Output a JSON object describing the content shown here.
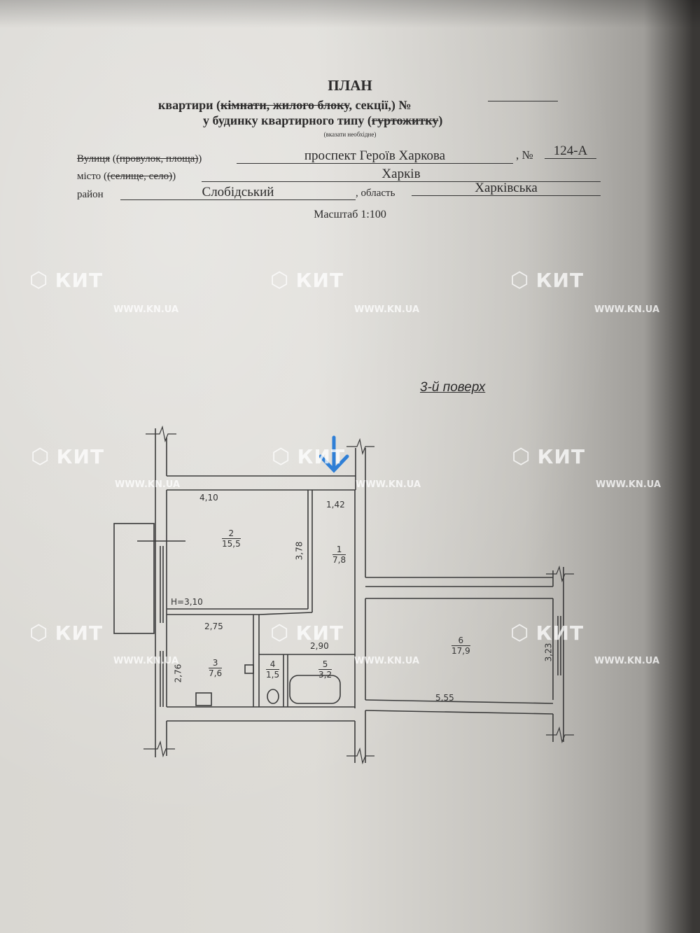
{
  "header": {
    "title": "ПЛАН",
    "line1": {
      "pre": "квартири (",
      "struck1": "кімнати, жилого блоку",
      "mid": ", секції,) №",
      "number": ""
    },
    "line2": {
      "pre": "у будинку квартирного типу (",
      "struck": "гуртожитку",
      "post": ")"
    },
    "note": "(вказати необхідне)"
  },
  "fields": {
    "street_label_struck": "Вулиця",
    "street_label_paren": "(провулок, площа)",
    "street_value": "проспект Героїв Харкова",
    "number_label": ", №",
    "number_value": "124-А",
    "city_label": "місто",
    "city_label_paren": "(селище, село)",
    "city_value": "Харків",
    "district_label": "район",
    "district_value": "Слобідський",
    "region_label": ", область",
    "region_value": "Харківська"
  },
  "scale": "Масштаб 1:100",
  "floor": "3-й поверх",
  "watermark": {
    "brand": "КИТ",
    "url": "WWW.KN.UA"
  },
  "plan": {
    "ceiling_height": "H=3,10",
    "rooms": [
      {
        "number": "1",
        "area": "7,8"
      },
      {
        "number": "2",
        "area": "15,5"
      },
      {
        "number": "3",
        "area": "7,6"
      },
      {
        "number": "4",
        "area": "1,5"
      },
      {
        "number": "5",
        "area": "3,2"
      },
      {
        "number": "6",
        "area": "17,9"
      }
    ],
    "dimensions": [
      "4,10",
      "1,42",
      "3,78",
      "2,75",
      "2,90",
      "2,76",
      "5,55",
      "3,23"
    ],
    "entrance_marker_color": "#2f7fd6"
  }
}
